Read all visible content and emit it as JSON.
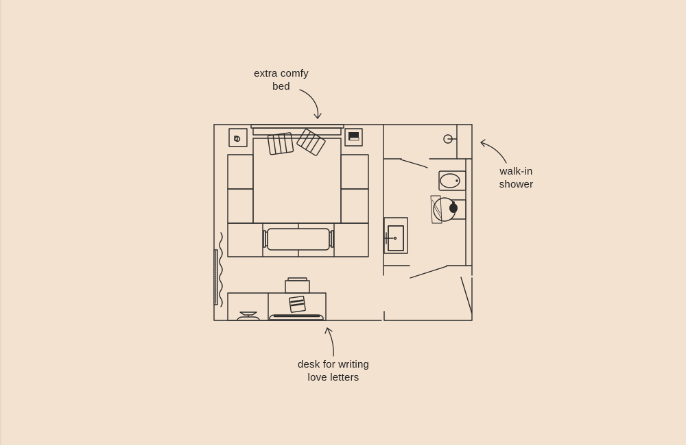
{
  "colors": {
    "background": "#f4e2d0",
    "line": "#2a2a2a"
  },
  "annotations": {
    "bed": {
      "line1": "extra comfy",
      "line2": "bed"
    },
    "shower": {
      "line1": "walk-in",
      "line2": "shower"
    },
    "desk": {
      "line1": "desk for writing",
      "line2": "love letters"
    }
  }
}
